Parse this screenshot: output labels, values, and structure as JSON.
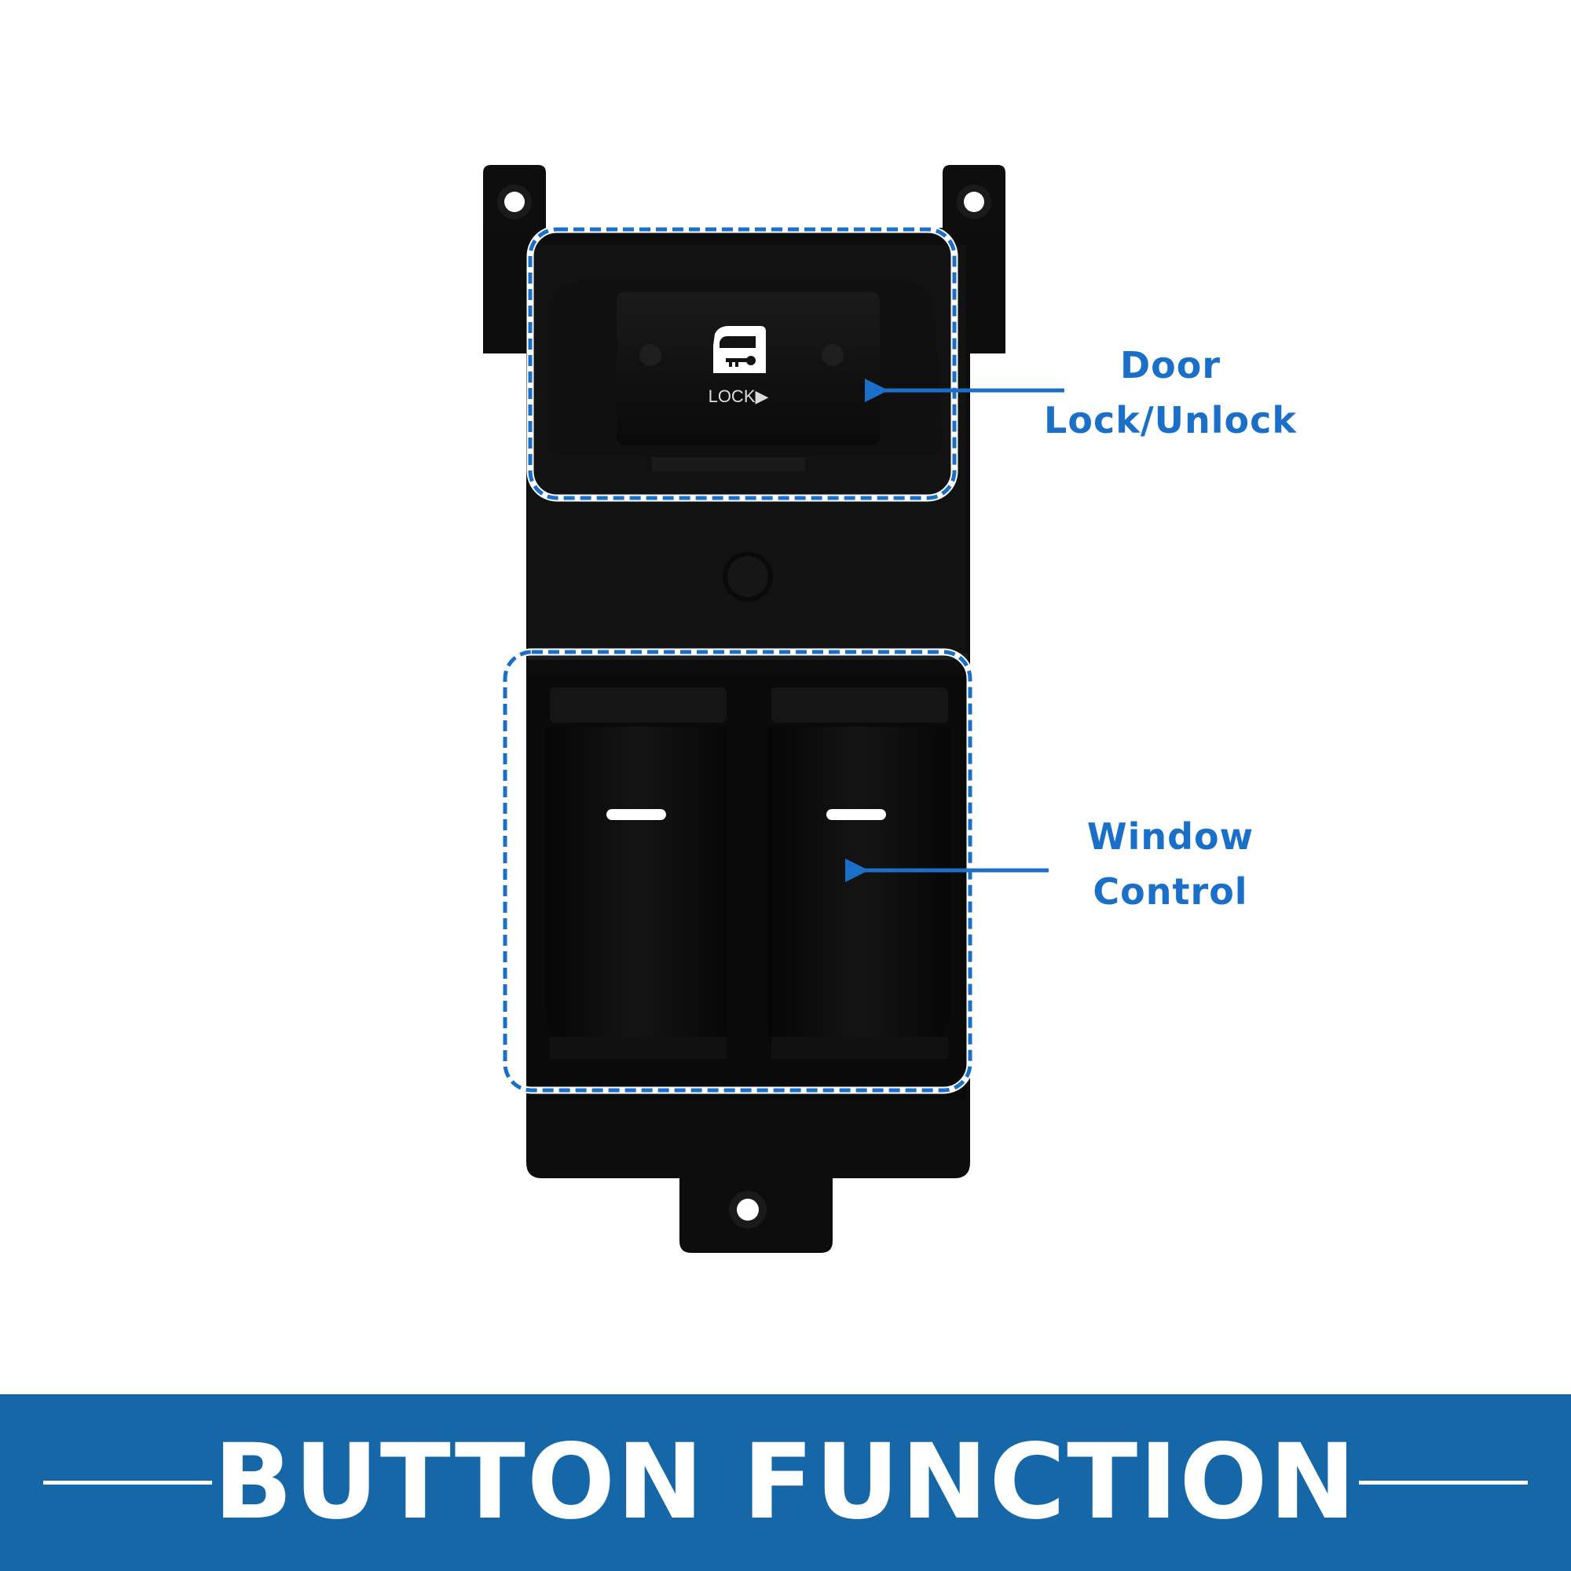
{
  "product": {
    "name": "window switch panel",
    "lock_switch_text": "LOCK▶"
  },
  "callouts": {
    "door": {
      "line1": "Door",
      "line2": "Lock/Unlock"
    },
    "window": {
      "line1": "Window",
      "line2": "Control"
    }
  },
  "banner": {
    "title": "BUTTON FUNCTION"
  },
  "colors": {
    "accent_blue": "#1a6fc9",
    "banner_blue": "#1667a8",
    "plastic_black": "#0d0d0d"
  },
  "icons": [
    "door-key-icon",
    "arrow-icon"
  ]
}
